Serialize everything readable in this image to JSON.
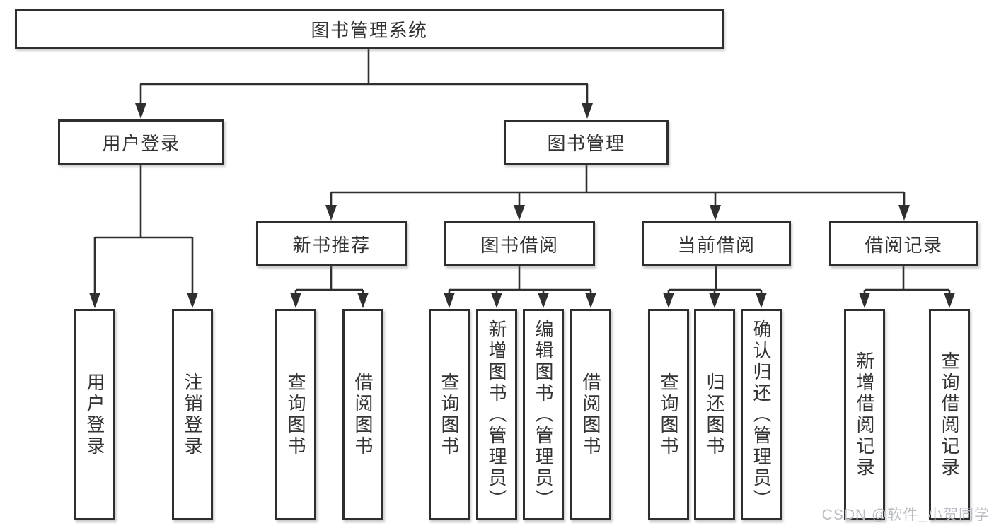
{
  "tree": {
    "root": {
      "label": "图书管理系统",
      "children": [
        {
          "label": "用户登录",
          "children": [
            {
              "label": "用户登录"
            },
            {
              "label": "注销登录"
            }
          ]
        },
        {
          "label": "图书管理",
          "children": [
            {
              "label": "新书推荐",
              "children": [
                {
                  "label": "查询图书"
                },
                {
                  "label": "借阅图书"
                }
              ]
            },
            {
              "label": "图书借阅",
              "children": [
                {
                  "label": "查询图书"
                },
                {
                  "label": "新增图书（管理员）"
                },
                {
                  "label": "编辑图书（管理员）"
                },
                {
                  "label": "借阅图书"
                }
              ]
            },
            {
              "label": "当前借阅",
              "children": [
                {
                  "label": "查询图书"
                },
                {
                  "label": "归还图书"
                },
                {
                  "label": "确认归还（管理员）"
                }
              ]
            },
            {
              "label": "借阅记录",
              "children": [
                {
                  "label": "新增借阅记录"
                },
                {
                  "label": "查询借阅记录"
                }
              ]
            }
          ]
        }
      ]
    }
  },
  "watermark": "CSDN @软件_小贺同学",
  "colors": {
    "line": "#2f2f2f",
    "box_border": "#2e2e2e",
    "text": "#333333",
    "box_background": "#ffffff",
    "page_background": "#ffffff",
    "watermark": "#b9bdc3"
  }
}
